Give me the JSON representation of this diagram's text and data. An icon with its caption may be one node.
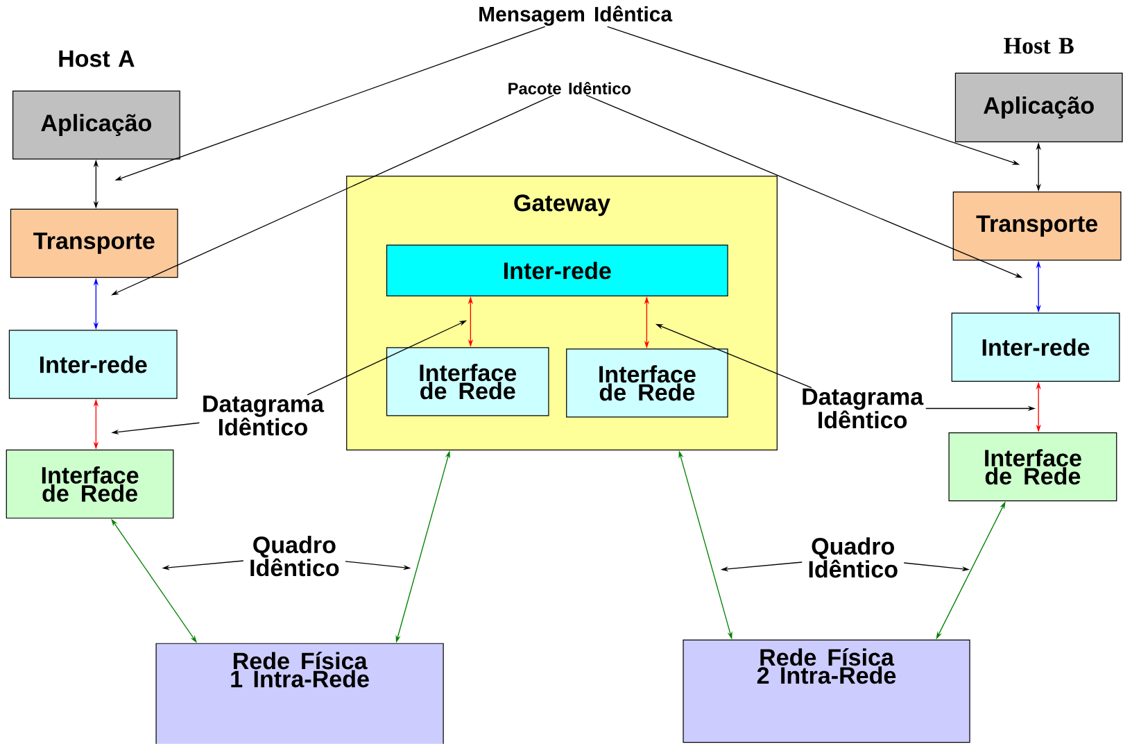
{
  "diagram": {
    "nodes": [
      {
        "text": [
          "Aplicação"
        ],
        "beside": [
          "Host A"
        ]
      },
      {
        "text": [
          "Transporte"
        ]
      },
      {
        "text": [
          "Inter-rede"
        ]
      },
      {
        "text": [
          "Interface de Rede"
        ]
      },
      {
        "text": [
          "Gateway"
        ]
      },
      {
        "text": [
          "Inter-rede"
        ],
        "in": 4
      },
      {
        "text": [
          "Interface de Rede"
        ],
        "in": 4
      },
      {
        "text": [
          "Interface de Rede"
        ],
        "in": 4
      },
      {
        "text": [
          "Aplicação"
        ],
        "beside": [
          "Host B"
        ]
      },
      {
        "text": [
          "Transporte"
        ]
      },
      {
        "text": [
          "Inter-rede"
        ]
      },
      {
        "text": [
          "Interface de Rede"
        ]
      },
      {
        "text": [
          "Rede Física 1 Intra-Rede"
        ]
      },
      {
        "text": [
          "Rede Física 2 Intra-Rede"
        ]
      },
      {
        "text": [
          "Mensagem Idêntica"
        ]
      },
      {
        "text": [
          "Pacote Idêntico"
        ]
      },
      {
        "text": [
          "Datagrama Idêntico"
        ]
      },
      {
        "text": [
          "Datagrama Idêntico"
        ]
      },
      {
        "text": [
          "Quadro Idêntico"
        ]
      },
      {
        "text": [
          "Quadro Idêntico"
        ]
      }
    ],
    "edges": [
      {
        "from": 0,
        "to": 1,
        "arrow": "both"
      },
      {
        "from": 1,
        "to": 2,
        "arrow": "both",
        "color": "#0000ff"
      },
      {
        "from": 2,
        "to": 3,
        "arrow": "both",
        "color": "#ff0000"
      },
      {
        "from": 5,
        "to": 6,
        "arrow": "both",
        "color": "#ff0000"
      },
      {
        "from": 5,
        "to": 7,
        "arrow": "both",
        "color": "#ff0000"
      },
      {
        "from": 8,
        "to": 9,
        "arrow": "both"
      },
      {
        "from": 9,
        "to": 10,
        "arrow": "both",
        "color": "#0000ff"
      },
      {
        "from": 10,
        "to": 11,
        "arrow": "both",
        "color": "#ff0000"
      },
      {
        "from": 3,
        "to": 12,
        "arrow": "both",
        "color": "#008000"
      },
      {
        "from": 12,
        "to": 4,
        "arrow": "both",
        "color": "#008000"
      },
      {
        "from": 4,
        "to": 13,
        "arrow": "both",
        "color": "#008000"
      },
      {
        "from": 11,
        "to": 13,
        "arrow": "both",
        "color": "#008000"
      },
      {
        "from": 14,
        "to": null,
        "arrow": "to"
      },
      {
        "from": 14,
        "to": null,
        "arrow": "to"
      },
      {
        "from": 15,
        "to": null,
        "arrow": "to"
      },
      {
        "from": 15,
        "to": null,
        "arrow": "to"
      },
      {
        "from": 16,
        "to": null,
        "arrow": "to"
      },
      {
        "from": 16,
        "to": null,
        "arrow": "to"
      },
      {
        "from": 17,
        "to": null,
        "arrow": "to"
      },
      {
        "from": 17,
        "to": null,
        "arrow": "to"
      },
      {
        "from": 18,
        "to": null,
        "arrow": "to"
      },
      {
        "from": 18,
        "to": null,
        "arrow": "to"
      },
      {
        "from": 19,
        "to": null,
        "arrow": "to"
      },
      {
        "from": 19,
        "to": null,
        "arrow": "to"
      }
    ]
  }
}
